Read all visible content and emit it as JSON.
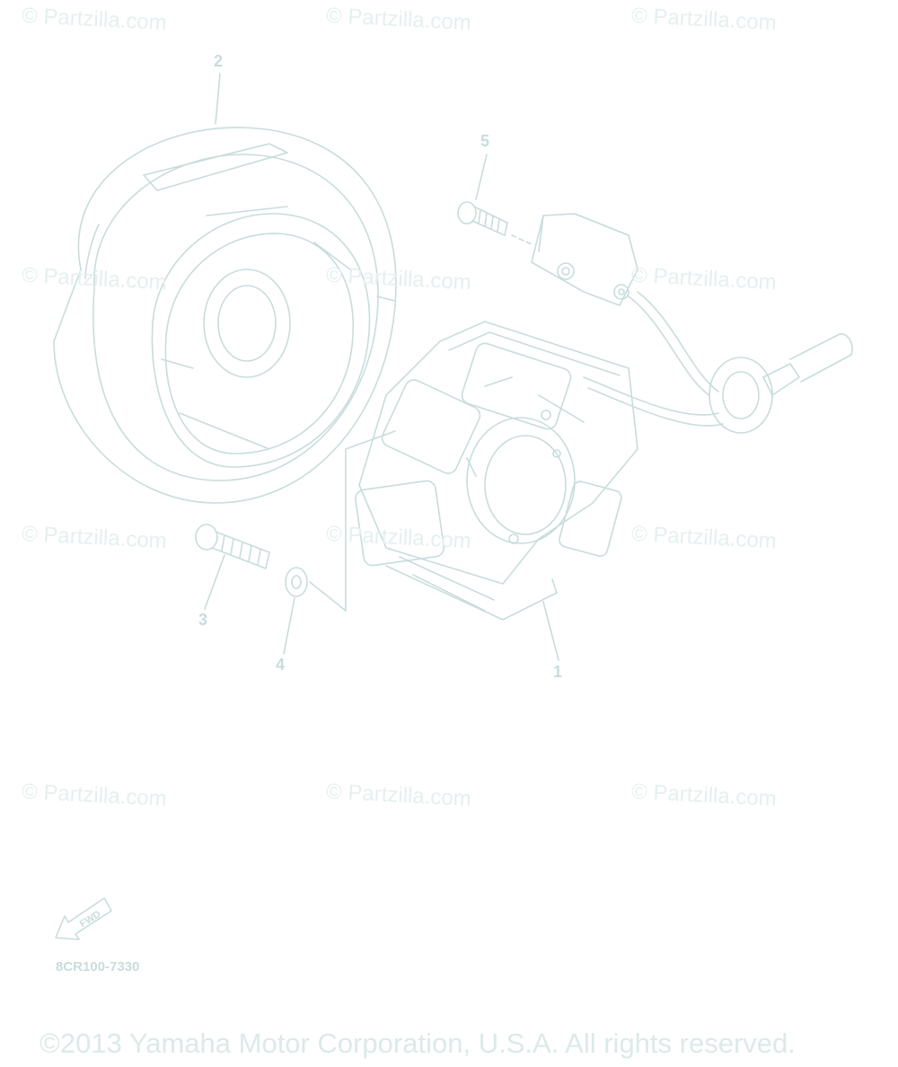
{
  "watermark": "© Partzilla.com",
  "callouts": {
    "p1": "1",
    "p2": "2",
    "p3": "3",
    "p4": "4",
    "p5": "5"
  },
  "arrow_label": "FWD",
  "diagram_code": "8CR100-7330",
  "copyright": "©2013 Yamaha Motor Corporation, U.S.A. All rights reserved.",
  "colors": {
    "line": "#c9dcdc",
    "watermark": "#e6efef"
  }
}
